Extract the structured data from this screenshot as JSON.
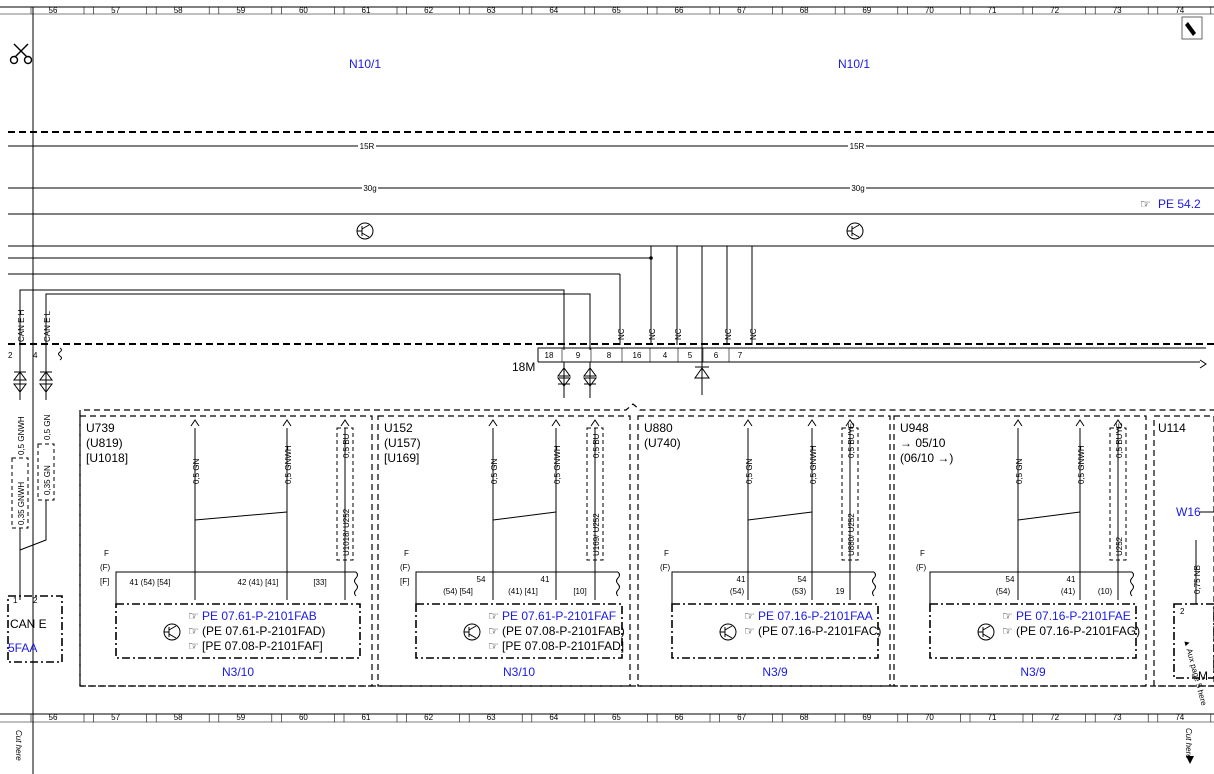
{
  "ruler": {
    "top": [
      "56",
      "57",
      "58",
      "59",
      "60",
      "61",
      "62",
      "63",
      "64",
      "65",
      "66",
      "67",
      "68",
      "69",
      "70",
      "71",
      "72",
      "73",
      "74"
    ],
    "bottom": [
      "56",
      "57",
      "58",
      "59",
      "60",
      "61",
      "62",
      "63",
      "64",
      "65",
      "66",
      "67",
      "68",
      "69",
      "70",
      "71",
      "72",
      "73",
      "74"
    ]
  },
  "headers": {
    "left": "N10/1",
    "right": "N10/1"
  },
  "buses": {
    "b15r_a": "15R",
    "b15r_b": "15R",
    "b30g_a": "30g",
    "b30g_b": "30g"
  },
  "pe_ref_top": "PE 54.2",
  "can_labels": {
    "h": "CAN E H",
    "l": "CAN E L",
    "gnwh": "0,5 GNWH",
    "gn": "0,5 GN",
    "gnwh2": "0,35 GNWH",
    "gn2": "0,35 GN"
  },
  "nc": "NC",
  "connector": {
    "name": "18M",
    "pins": [
      "18",
      "9",
      "8",
      "16",
      "4",
      "5",
      "6",
      "7"
    ],
    "left_pins": [
      "2",
      "4"
    ]
  },
  "boxes": [
    {
      "id": "u739",
      "codes": [
        "U739",
        "(U819)",
        "[U1018]"
      ],
      "wires": [
        "0,5 GN",
        "0,5 GNWH",
        "0,5 BU"
      ],
      "uvar": "U1018/ U252",
      "fff": [
        "F",
        "(F)",
        "[F]"
      ],
      "pins": [
        "41 (54) [54]",
        "42 (41) [41]",
        "[33]"
      ],
      "refs": [
        "PE 07.61-P-2101FAB",
        "(PE 07.61-P-2101FAD)",
        "[PE 07.08-P-2101FAF]"
      ],
      "name": "N3/10"
    },
    {
      "id": "u152",
      "codes": [
        "U152",
        "(U157)",
        "[U169]"
      ],
      "wires": [
        "0,5 GN",
        "0,5 GNWH",
        "0,5 BU"
      ],
      "uvar": "U169/ U252",
      "fff": [
        "F",
        "(F)",
        "[F]"
      ],
      "pins": [
        "54",
        "(54) [54]",
        "41",
        "(41) [41]",
        "[10]"
      ],
      "refs": [
        "PE 07.61-P-2101FAF",
        "(PE 07.08-P-2101FAB)",
        "[PE 07.08-P-2101FAD]"
      ],
      "name": "N3/10"
    },
    {
      "id": "u880",
      "codes": [
        "U880",
        "(U740)"
      ],
      "wires": [
        "0,5 GN",
        "0,5 GNWH",
        "0,5 BUYE"
      ],
      "uvar": "U880/ U252",
      "fff": [
        "F",
        "(F)"
      ],
      "pins": [
        "41",
        "(54)",
        "54",
        "(53)",
        "19"
      ],
      "refs": [
        "PE 07.16-P-2101FAA",
        "(PE 07.16-P-2101FAC)"
      ],
      "name": "N3/9"
    },
    {
      "id": "u948",
      "codes": [
        "U948",
        "→ 05/10",
        "(06/10 →)"
      ],
      "wires": [
        "0,5 GN",
        "0,5 GNWH",
        "0,5 BUYE"
      ],
      "uvar": "U252",
      "fff": [
        "F",
        "(F)"
      ],
      "pins": [
        "54",
        "(54)",
        "41",
        "(41)",
        "(10)"
      ],
      "refs": [
        "PE 07.16-P-2101FAE",
        "(PE 07.16-P-2101FAG)"
      ],
      "name": "N3/9"
    }
  ],
  "right_edge": {
    "code": "U114",
    "w": "W16",
    "wire": "0,75 NB",
    "pin": "2",
    "pe": "▲ Aux page 5 here",
    "m": "M"
  },
  "left_edge": {
    "can": "CAN E",
    "fa": "5FAA",
    "pins": [
      "1",
      "2"
    ]
  },
  "cut_here": "Cut here",
  "colors": {
    "accent_blue": "#1a1ae6"
  }
}
